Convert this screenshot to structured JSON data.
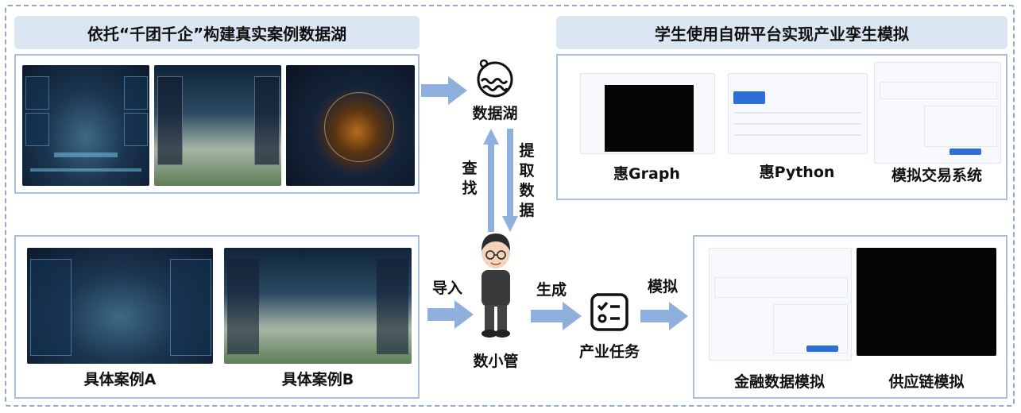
{
  "headers": {
    "left": "依托“千团千企”构建真实案例数据湖",
    "right": "学生使用自研平台实现产业孪生模拟"
  },
  "center": {
    "lake_label": "数据湖",
    "search_label": "查找",
    "extract_label": "提取数据",
    "agent_label": "数小管",
    "import_label": "导入",
    "generate_label": "生成",
    "simulate_label": "模拟",
    "task_label": "产业任务"
  },
  "cases": {
    "a_label": "具体案例A",
    "b_label": "具体案例B"
  },
  "platforms": {
    "graph_label": "惠Graph",
    "python_label": "惠Python",
    "trade_label": "模拟交易系统"
  },
  "simulations": {
    "finance_label": "金融数据模拟",
    "supply_label": "供应链模拟"
  },
  "colors": {
    "arrow": "#8fb0dc",
    "header_bg": "#dbe6f3",
    "panel_border": "#a9bfdc",
    "frame": "#8fa8cc"
  }
}
